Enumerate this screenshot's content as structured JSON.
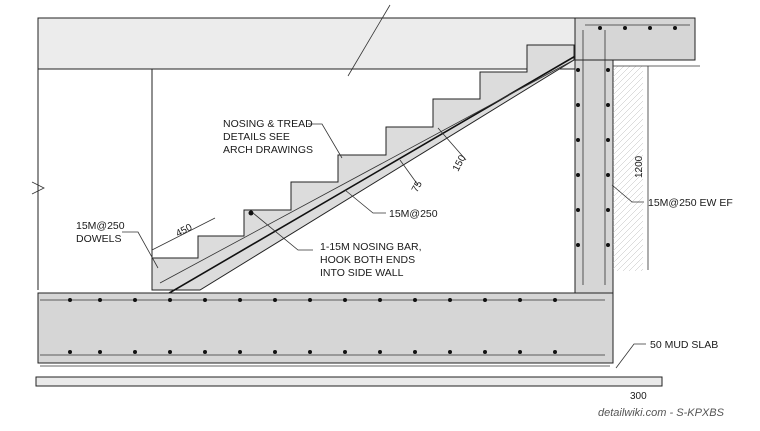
{
  "labels": {
    "nosing_tread": [
      "NOSING & TREAD",
      "DETAILS SEE",
      "ARCH DRAWINGS"
    ],
    "dowels": [
      "15M@250",
      "DOWELS"
    ],
    "nosing_bar": [
      "1-15M NOSING BAR,",
      "HOOK BOTH ENDS",
      "INTO SIDE WALL"
    ],
    "stair_rebar": "15M@250",
    "wall_rebar": "15M@250 EW EF",
    "mud_slab": "50 MUD SLAB"
  },
  "dimensions": {
    "tread": "450",
    "waist": "150",
    "cover": "75",
    "height": "1200",
    "partial": "300"
  },
  "watermark": "detailwiki.com - S-KPXBS"
}
